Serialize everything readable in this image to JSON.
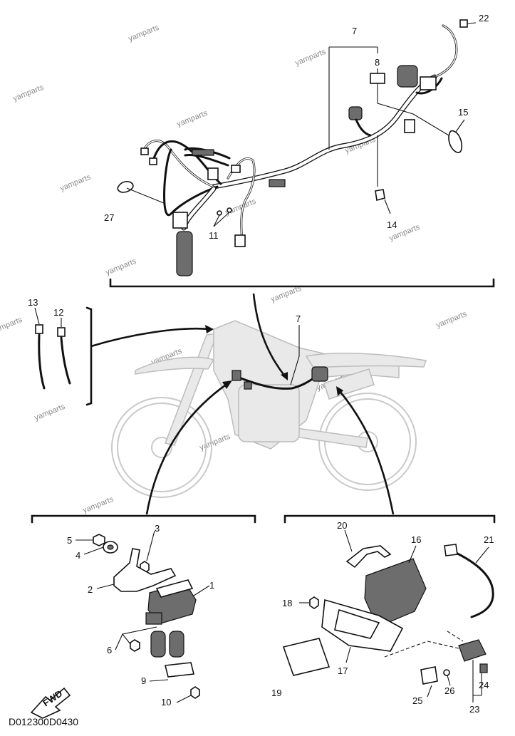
{
  "diagram": {
    "code": "D012300D0430",
    "fwd_label": "FWD",
    "watermark": "yamparts",
    "labels": {
      "p1": "1",
      "p2": "2",
      "p3": "3",
      "p4": "4",
      "p5": "5",
      "p6": "6",
      "p7a": "7",
      "p7b": "7",
      "p8": "8",
      "p9": "9",
      "p10": "10",
      "p11": "11",
      "p12": "12",
      "p13": "13",
      "p14": "14",
      "p15": "15",
      "p16": "16",
      "p17": "17",
      "p18": "18",
      "p19": "19",
      "p20": "20",
      "p21": "21",
      "p22": "22",
      "p23": "23",
      "p24": "24",
      "p25": "25",
      "p26": "26",
      "p27": "27"
    }
  }
}
